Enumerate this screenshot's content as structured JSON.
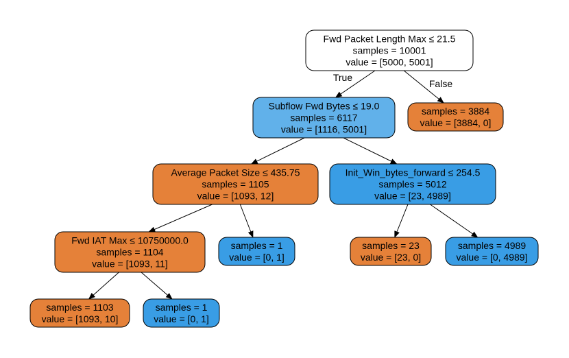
{
  "colors": {
    "white": "#ffffff",
    "orange_full": "#e58139",
    "blue_full": "#399de5",
    "blue_light": "#61b1ea",
    "edge": "#000000"
  },
  "tree": {
    "nodes": [
      {
        "id": "n0",
        "lines": [
          "Fwd Packet Length Max ≤ 21.5",
          "samples = 10001",
          "value = [5000, 5001]"
        ],
        "fill": "white"
      },
      {
        "id": "n1",
        "lines": [
          "Subflow Fwd Bytes ≤ 19.0",
          "samples = 6117",
          "value = [1116, 5001]"
        ],
        "fill": "blue_light"
      },
      {
        "id": "n2",
        "lines": [
          "samples = 3884",
          "value = [3884, 0]"
        ],
        "fill": "orange_full"
      },
      {
        "id": "n3",
        "lines": [
          "Average Packet Size ≤ 435.75",
          "samples = 1105",
          "value = [1093, 12]"
        ],
        "fill": "orange_full"
      },
      {
        "id": "n4",
        "lines": [
          "Init_Win_bytes_forward ≤ 254.5",
          "samples = 5012",
          "value = [23, 4989]"
        ],
        "fill": "blue_full"
      },
      {
        "id": "n5",
        "lines": [
          "Fwd IAT Max ≤ 10750000.0",
          "samples = 1104",
          "value = [1093, 11]"
        ],
        "fill": "orange_full"
      },
      {
        "id": "n6",
        "lines": [
          "samples = 1",
          "value = [0, 1]"
        ],
        "fill": "blue_full"
      },
      {
        "id": "n7",
        "lines": [
          "samples = 23",
          "value = [23, 0]"
        ],
        "fill": "orange_full"
      },
      {
        "id": "n8",
        "lines": [
          "samples = 4989",
          "value = [0, 4989]"
        ],
        "fill": "blue_full"
      },
      {
        "id": "n9",
        "lines": [
          "samples = 1103",
          "value = [1093, 10]"
        ],
        "fill": "orange_full"
      },
      {
        "id": "n10",
        "lines": [
          "samples = 1",
          "value = [0, 1]"
        ],
        "fill": "blue_full"
      }
    ],
    "edges": [
      {
        "from": "n0",
        "to": "n1",
        "label": "True"
      },
      {
        "from": "n0",
        "to": "n2",
        "label": "False"
      },
      {
        "from": "n1",
        "to": "n3",
        "label": ""
      },
      {
        "from": "n1",
        "to": "n4",
        "label": ""
      },
      {
        "from": "n3",
        "to": "n5",
        "label": ""
      },
      {
        "from": "n3",
        "to": "n6",
        "label": ""
      },
      {
        "from": "n4",
        "to": "n7",
        "label": ""
      },
      {
        "from": "n4",
        "to": "n8",
        "label": ""
      },
      {
        "from": "n5",
        "to": "n9",
        "label": ""
      },
      {
        "from": "n5",
        "to": "n10",
        "label": ""
      }
    ]
  }
}
